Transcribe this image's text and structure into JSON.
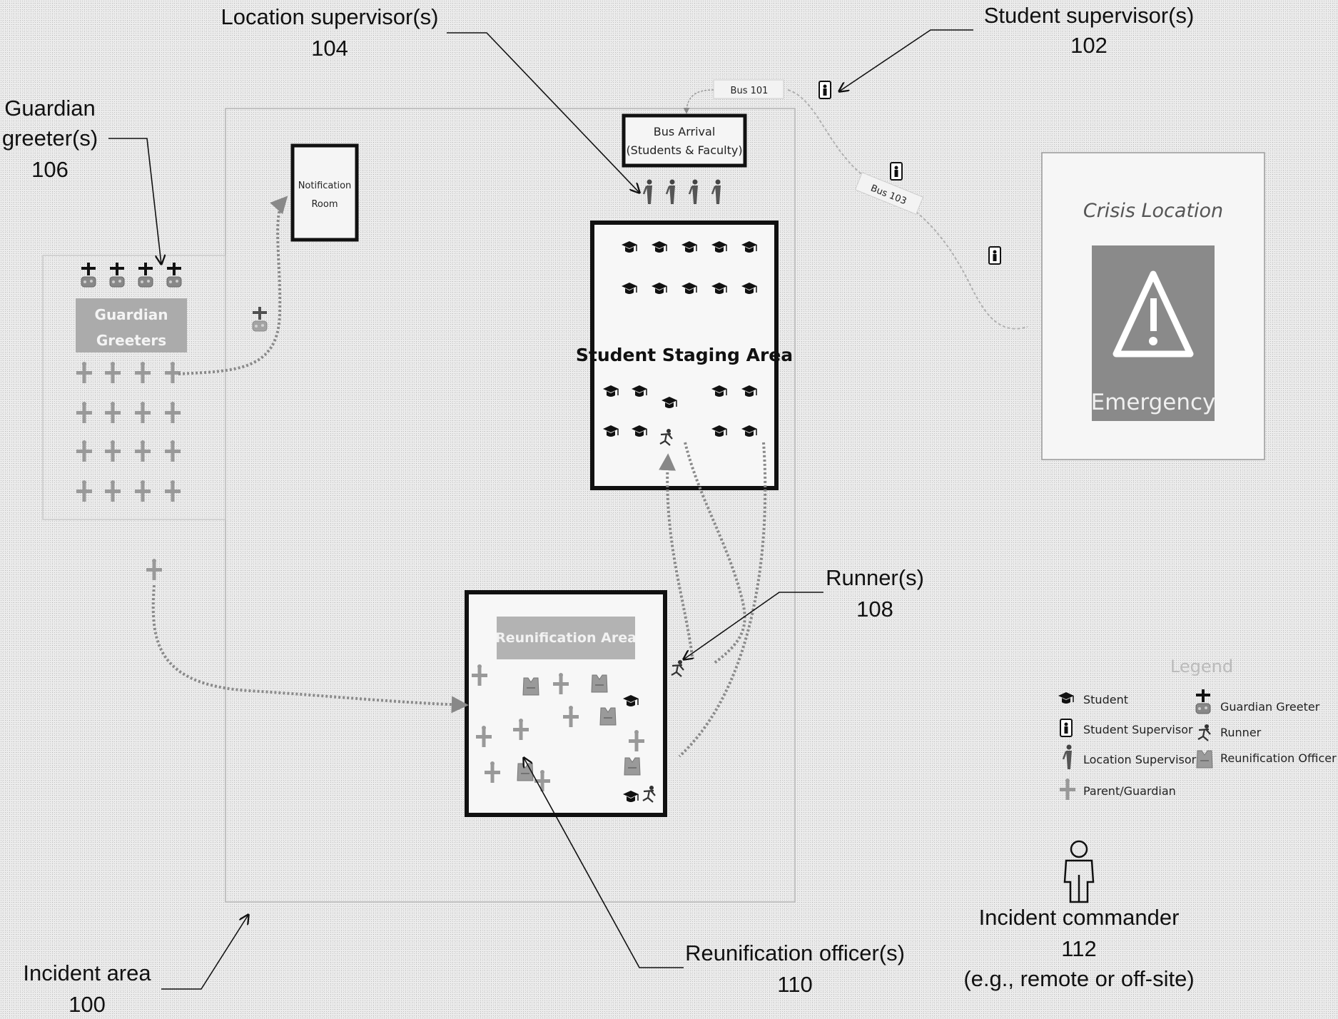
{
  "callouts": {
    "location_supervisor": {
      "label": "Location supervisor(s)",
      "ref": "104"
    },
    "student_supervisor": {
      "label": "Student supervisor(s)",
      "ref": "102"
    },
    "guardian_greeter": {
      "label_line1": "Guardian",
      "label_line2": "greeter(s)",
      "ref": "106"
    },
    "runner": {
      "label": "Runner(s)",
      "ref": "108"
    },
    "reunification_officer": {
      "label": "Reunification officer(s)",
      "ref": "110"
    },
    "incident_area": {
      "label": "Incident area",
      "ref": "100"
    },
    "incident_commander": {
      "label": "Incident commander",
      "ref": "112",
      "note": "(e.g., remote or off-site)"
    }
  },
  "areas": {
    "notification_room": {
      "line1": "Notification",
      "line2": "Room"
    },
    "bus_arrival": {
      "line1": "Bus Arrival",
      "line2": "(Students & Faculty)"
    },
    "student_staging": "Student Staging Area",
    "guardian_greeters": {
      "line1": "Guardian",
      "line2": "Greeters"
    },
    "reunification_area": "Reunification Area",
    "crisis_location": {
      "title": "Crisis Location",
      "emergency": "Emergency"
    }
  },
  "buses": {
    "bus_top": "Bus 101",
    "bus_route": "Bus 103"
  },
  "legend": {
    "title": "Legend",
    "items": {
      "student": "Student",
      "student_supervisor": "Student Supervisor",
      "location_supervisor": "Location Supervisor",
      "parent_guardian": "Parent/Guardian",
      "guardian_greeter": "Guardian Greeter",
      "runner": "Runner",
      "reunification_officer": "Reunification Officer"
    }
  },
  "colors": {
    "emergency_panel": "#8a8a8a",
    "reunification_banner": "#b3b3b3",
    "guardian_banner": "#ababab"
  }
}
